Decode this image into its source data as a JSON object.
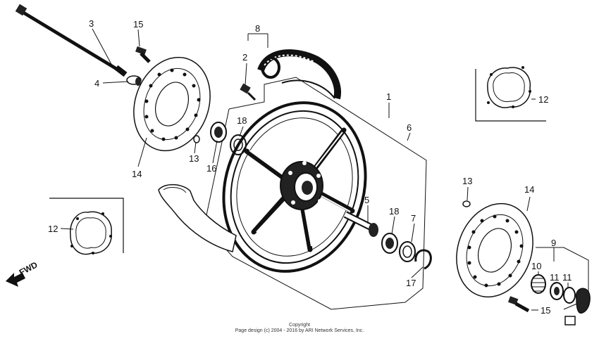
{
  "callouts": {
    "c1": "1",
    "c2": "2",
    "c3": "3",
    "c4": "4",
    "c5": "5",
    "c6": "6",
    "c7": "7",
    "c8": "8",
    "c9": "9",
    "c10": "10",
    "c11a": "11",
    "c11b": "11",
    "c12a": "12",
    "c12b": "12",
    "c13a": "13",
    "c13b": "13",
    "c14a": "14",
    "c14b": "14",
    "c15a": "15",
    "c15b": "15",
    "c16": "16",
    "c17": "17",
    "c18a": "18",
    "c18b": "18"
  },
  "fwd_label": "FWD",
  "copyright": {
    "line1": "Copyright",
    "line2": "Page design (c) 2004 - 2016 by ARI Network Services, Inc."
  }
}
